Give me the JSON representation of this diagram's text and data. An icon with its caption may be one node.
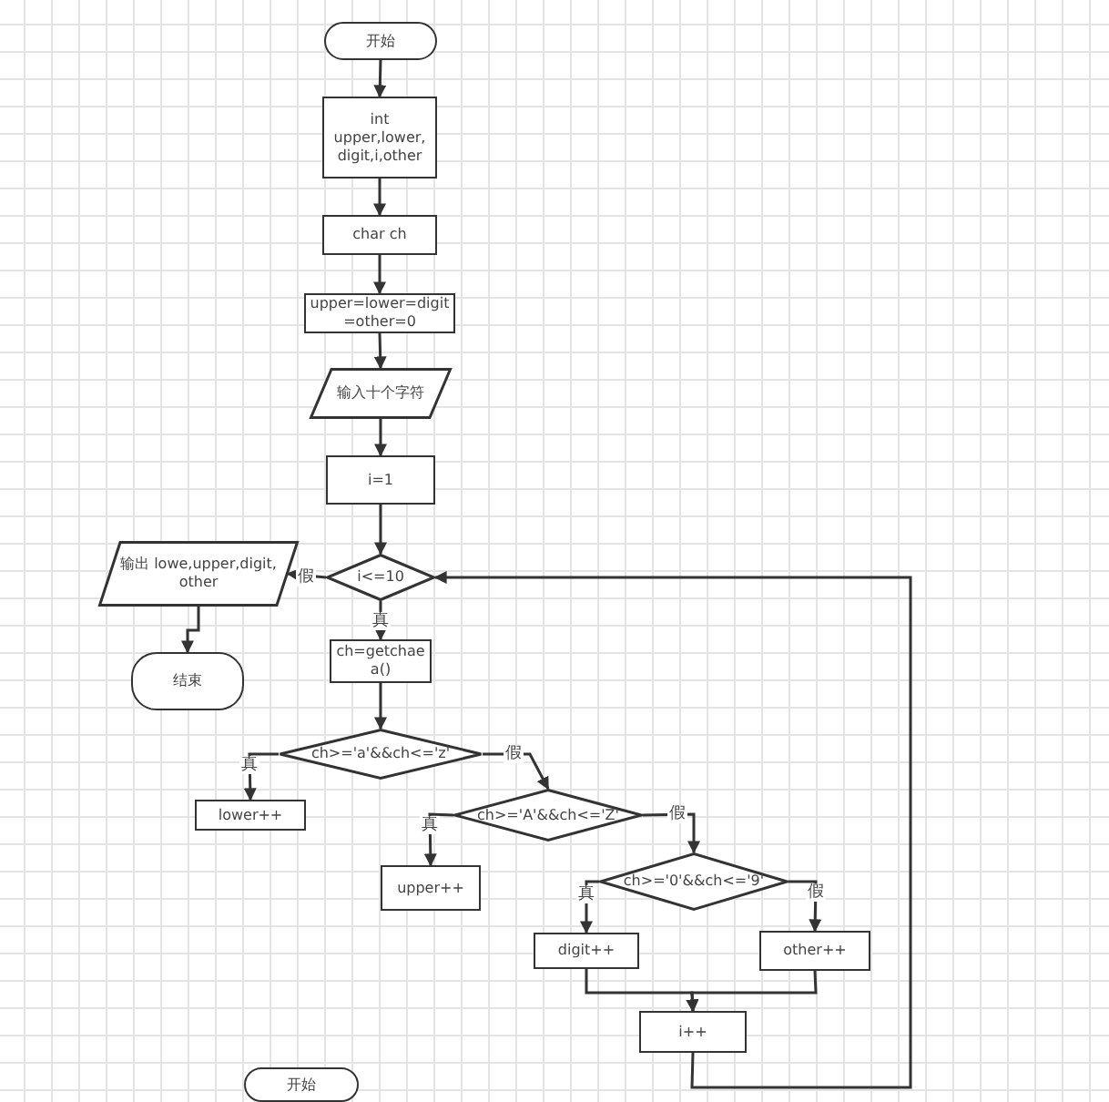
{
  "diagram": {
    "nodes": [
      {
        "text": [
          "开始"
        ]
      },
      {
        "text": [
          "int upper,lower, digit,i,other"
        ]
      },
      {
        "text": [
          "char ch"
        ]
      },
      {
        "text": [
          "upper=lower=digit=other=0"
        ]
      },
      {
        "text": [
          "输入十个字符"
        ]
      },
      {
        "text": [
          "i=1"
        ]
      },
      {
        "text": [
          "i<=10"
        ]
      },
      {
        "text": [
          "输出 lowe,upper,digit, other"
        ]
      },
      {
        "text": [
          "结束"
        ]
      },
      {
        "text": [
          "ch=getchaea()"
        ]
      },
      {
        "text": [
          "ch>='a'&&ch<='z'"
        ]
      },
      {
        "text": [
          "lower++"
        ]
      },
      {
        "text": [
          "ch>='A'&&ch<='Z'"
        ]
      },
      {
        "text": [
          "upper++"
        ]
      },
      {
        "text": [
          "ch>='0'&&ch<='9'"
        ]
      },
      {
        "text": [
          "digit++"
        ]
      },
      {
        "text": [
          "other++"
        ]
      },
      {
        "text": [
          "i++"
        ]
      },
      {
        "text": [
          "开始"
        ]
      }
    ],
    "edges": [
      {
        "from": 0,
        "to": 1,
        "arrow": "to"
      },
      {
        "from": 1,
        "to": 2,
        "arrow": "to"
      },
      {
        "from": 2,
        "to": 3,
        "arrow": "to"
      },
      {
        "from": 3,
        "to": 4,
        "arrow": "to"
      },
      {
        "from": 4,
        "to": 5,
        "arrow": "to"
      },
      {
        "from": 5,
        "to": 6,
        "arrow": "to"
      },
      {
        "from": 6,
        "to": 7,
        "arrow": "to",
        "label": "假"
      },
      {
        "from": 6,
        "to": 9,
        "arrow": "to",
        "label": "真"
      },
      {
        "from": 7,
        "to": 8,
        "arrow": "to"
      },
      {
        "from": 9,
        "to": 10,
        "arrow": "to"
      },
      {
        "from": 10,
        "to": 11,
        "arrow": "to",
        "label": "真"
      },
      {
        "from": 10,
        "to": 12,
        "arrow": "to",
        "label": "假"
      },
      {
        "from": 12,
        "to": 13,
        "arrow": "to",
        "label": "真"
      },
      {
        "from": 12,
        "to": 14,
        "arrow": "to",
        "label": "假"
      },
      {
        "from": 14,
        "to": 15,
        "arrow": "to",
        "label": "真"
      },
      {
        "from": 14,
        "to": 16,
        "arrow": "to",
        "label": "假"
      },
      {
        "from": 15,
        "to": 17,
        "arrow": "to"
      },
      {
        "from": 16,
        "to": 17,
        "arrow": "to"
      },
      {
        "from": 17,
        "to": 6,
        "arrow": "to"
      }
    ]
  }
}
